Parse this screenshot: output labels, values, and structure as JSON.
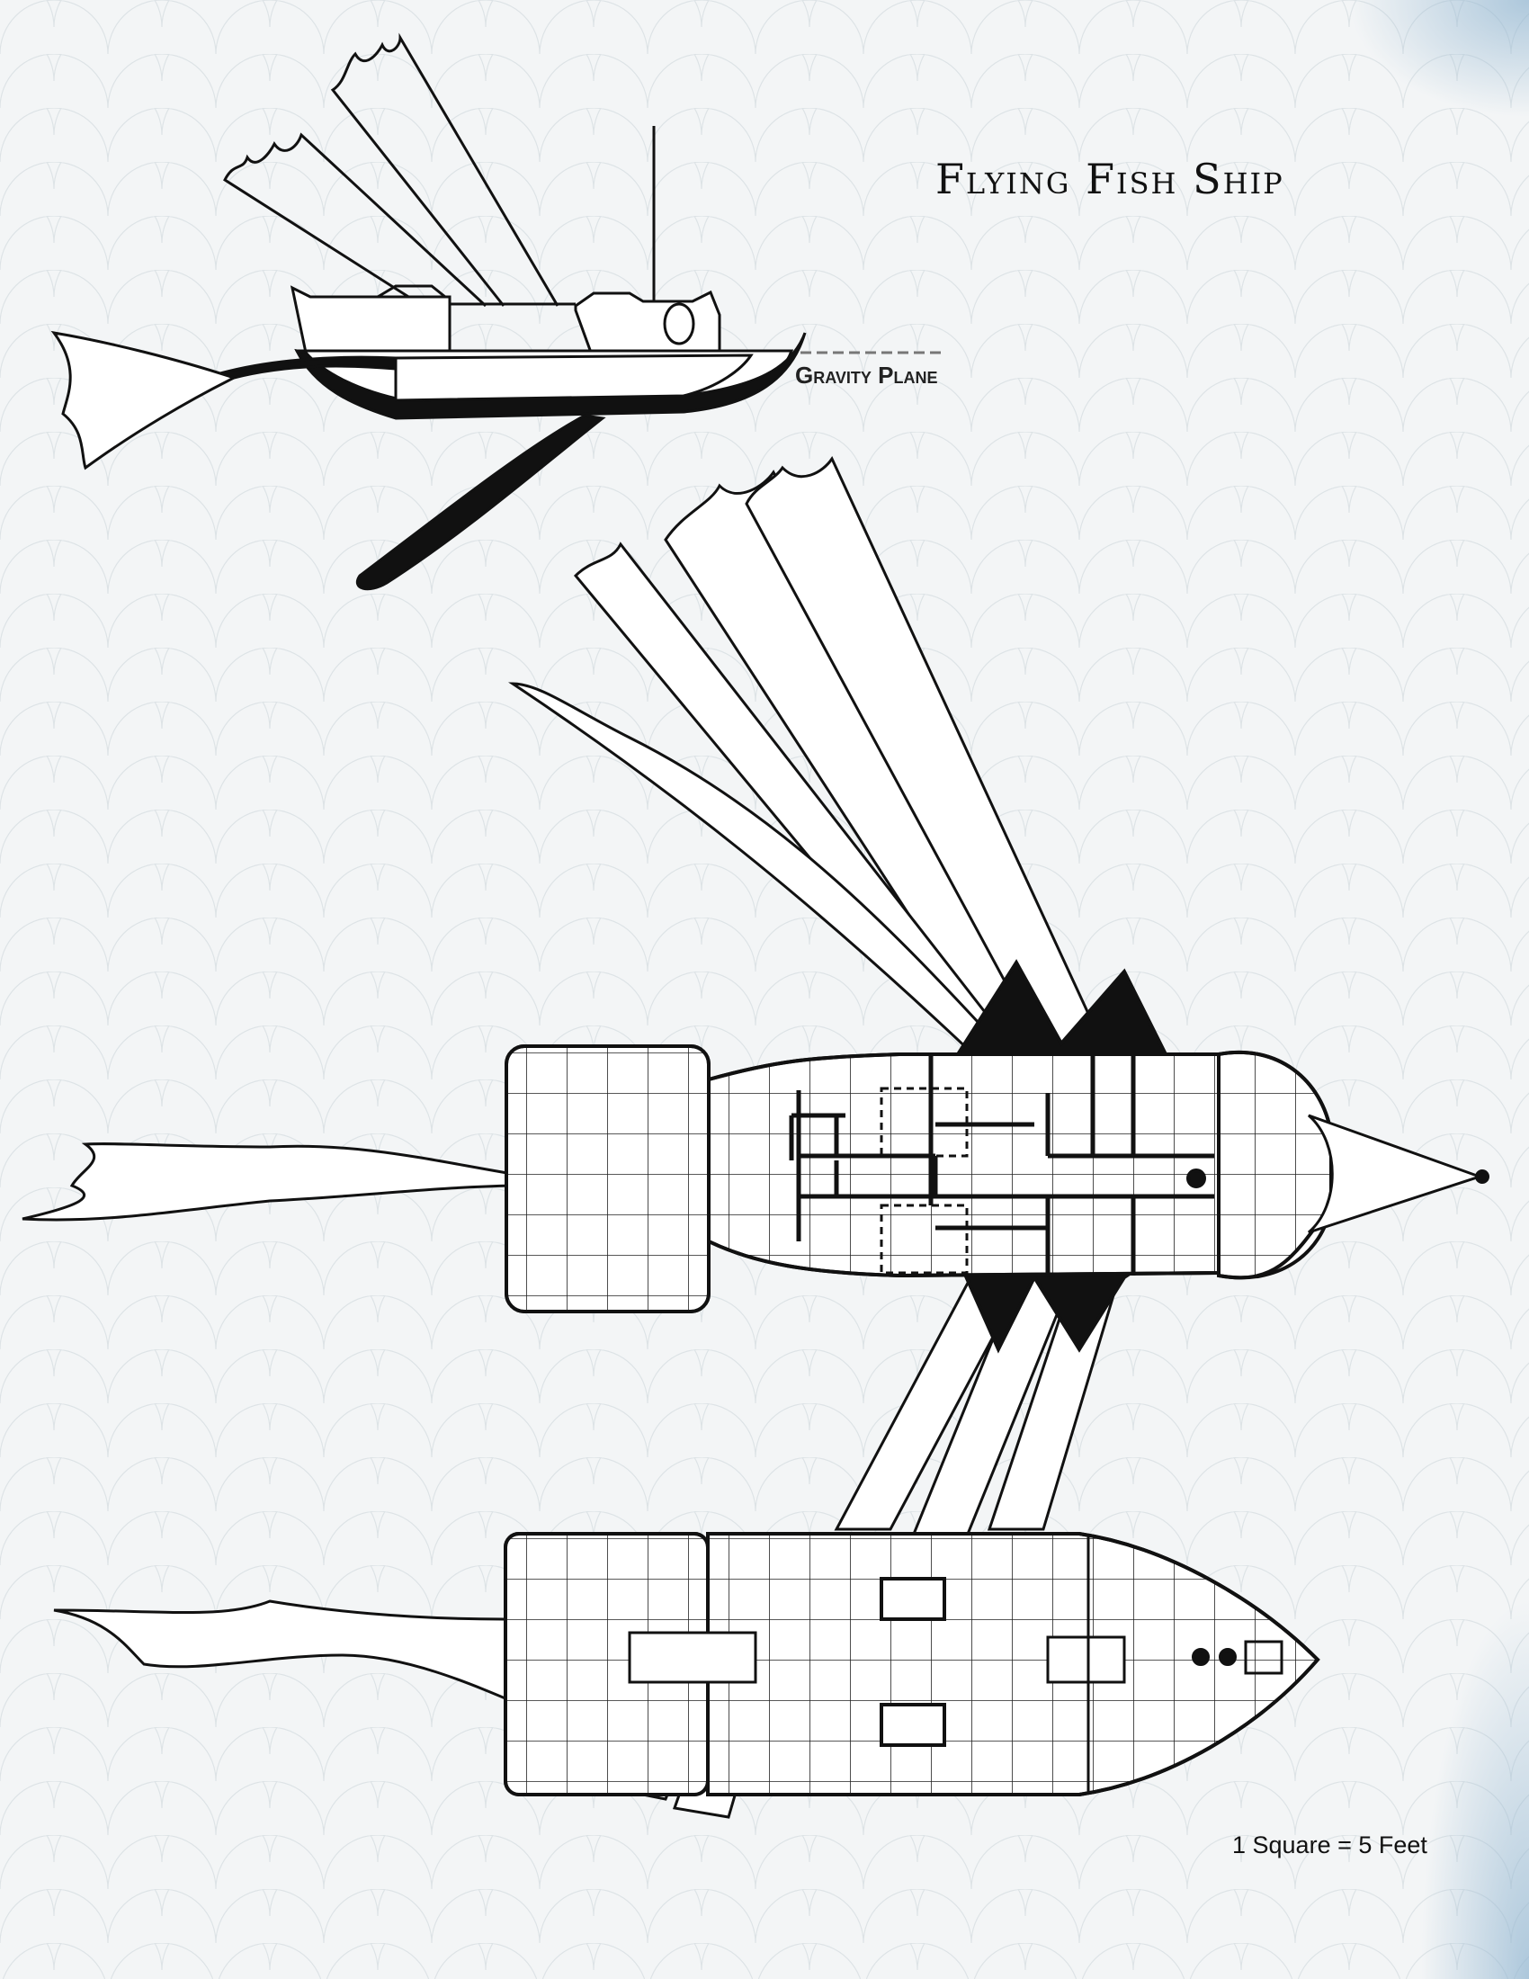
{
  "map": {
    "title": "Flying Fish Ship",
    "gravity_label": "Gravity Plane",
    "scale_label": "1 Square = 5 Feet",
    "colors": {
      "ink": "#111111",
      "paper": "#f3f5f6",
      "hull_fill": "#ffffff",
      "frost": "#8fb4d0"
    }
  }
}
